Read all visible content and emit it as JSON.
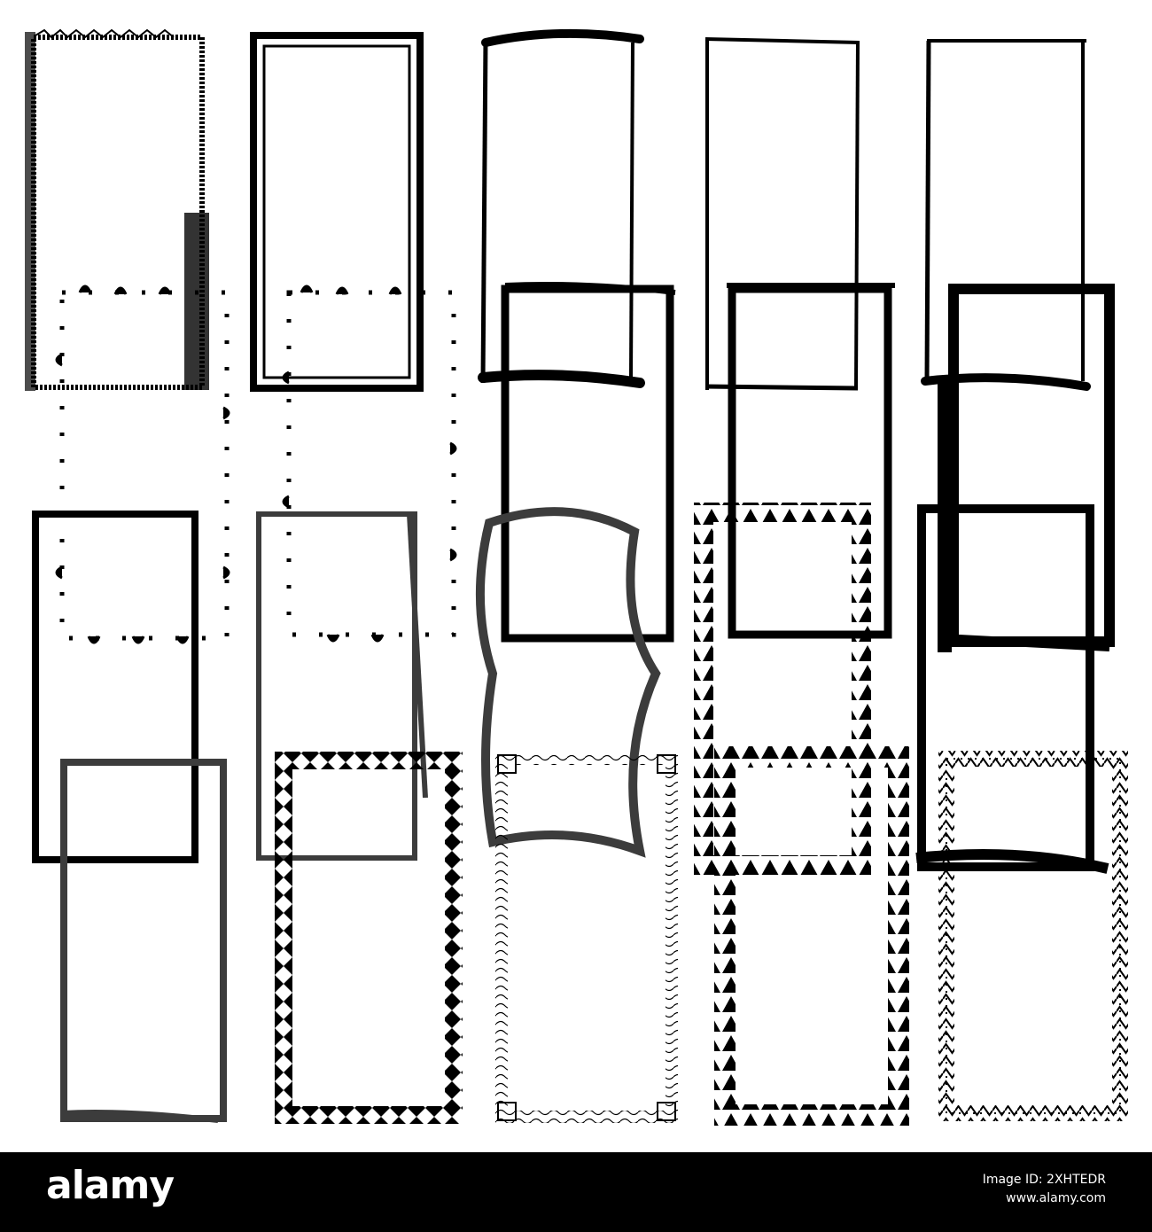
{
  "brand": {
    "logo_text": "alamy"
  },
  "footer": {
    "image_id_label": "Image ID: 2XHTEDR",
    "site": "www.alamy.com"
  },
  "colors": {
    "background": "#ffffff",
    "ink": "#000000",
    "gray_ink": "#3c3c3c",
    "footer": "#000000"
  },
  "artwork": {
    "frame_styles": [
      "scribble",
      "grunge",
      "brush-stroke",
      "brush-stroke",
      "brush-stroke",
      "leaf-dashed",
      "leaf-dashed",
      "brush-stroke",
      "brush-stroke",
      "brush-stroke",
      "plain-thick",
      "plain-thin",
      "wavy-brush",
      "triangle-pattern",
      "brush-stroke",
      "brush-stroke-gray",
      "diamond-pattern",
      "greek-key-wavy",
      "zigzag-pattern",
      "beaded-zigzag"
    ]
  }
}
